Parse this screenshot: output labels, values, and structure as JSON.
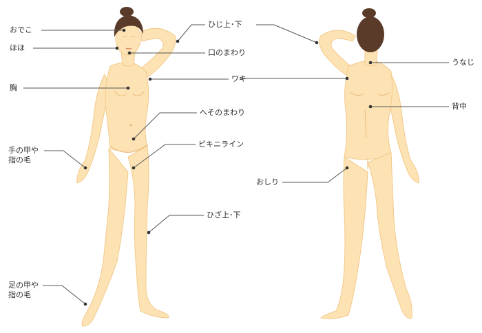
{
  "front_labels": {
    "forehead": "おでこ",
    "cheek": "ほほ",
    "chest": "胸",
    "hands": "手の甲や\n指の毛",
    "feet": "足の甲や\n指の毛",
    "elbow": "ひじ上･下",
    "mouth": "口のまわり",
    "armpit": "ワキ",
    "navel": "へそのまわり",
    "bikini": "ビキニライン",
    "knee": "ひざ上･下"
  },
  "back_labels": {
    "nape": "うなじ",
    "back": "背中",
    "buttocks": "おしり"
  },
  "colors": {
    "skin": "#fde3b4",
    "skin_outline": "#f1c98a",
    "hair": "#5a3a28",
    "leader_line": "#555555"
  }
}
